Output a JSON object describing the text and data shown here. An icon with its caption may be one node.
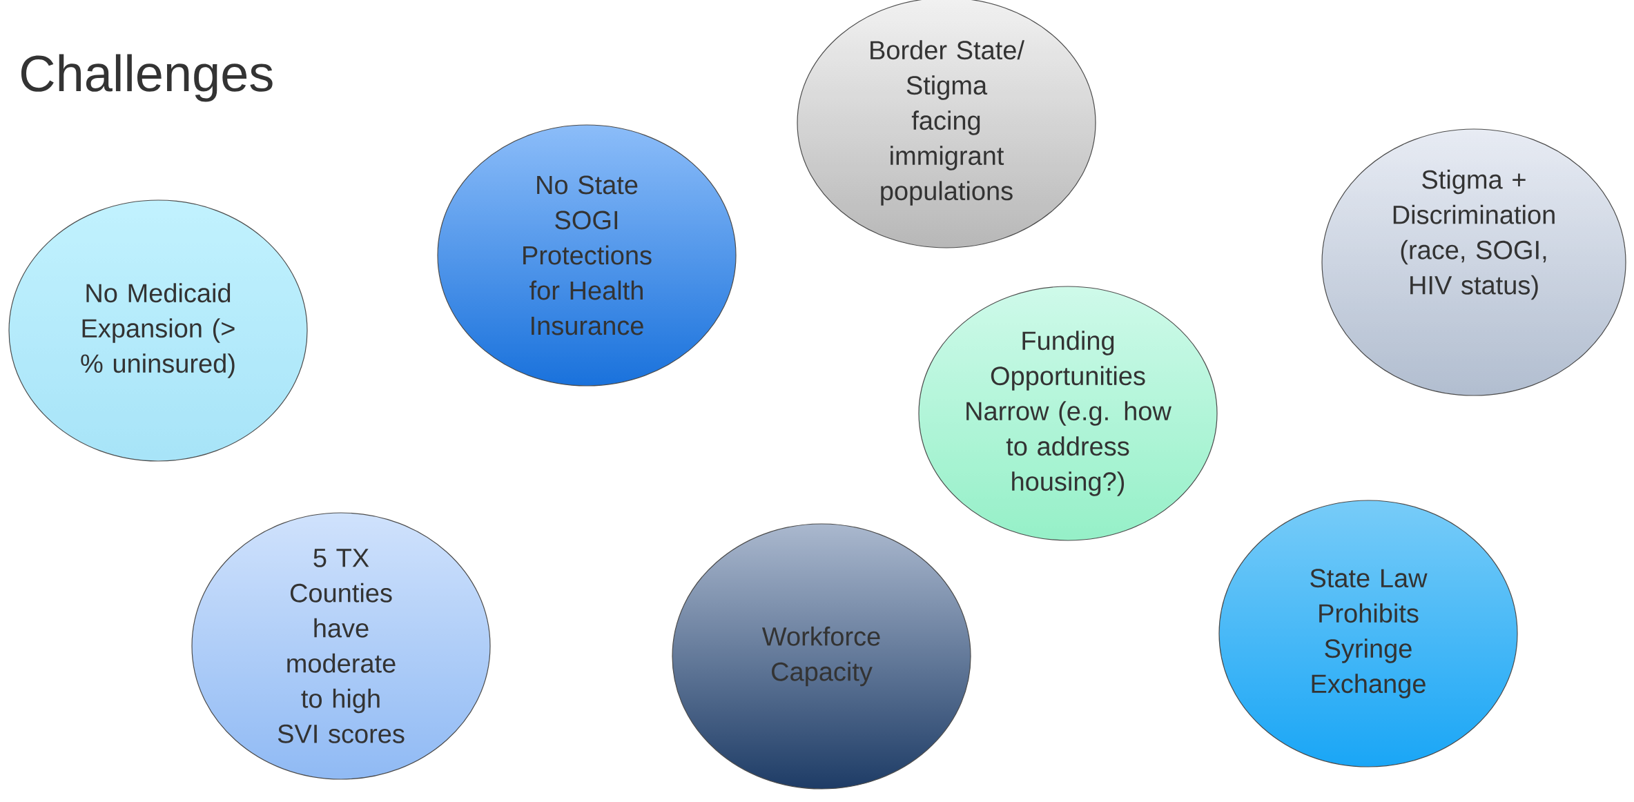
{
  "diagram": {
    "title": "Challenges",
    "nodes": [
      {
        "text": [
          "No Medicaid Expansion (> % uninsured)"
        ]
      },
      {
        "text": [
          "No State SOGI Protections for Health Insurance"
        ]
      },
      {
        "text": [
          "Border State/ Stigma facing immigrant populations"
        ]
      },
      {
        "text": [
          "Stigma + Discrimination (race, SOGI, HIV status)"
        ]
      },
      {
        "text": [
          "Funding Opportunities Narrow (e.g. how to address housing?)"
        ]
      },
      {
        "text": [
          "5 TX Counties have moderate to high SVI scores"
        ]
      },
      {
        "text": [
          "Workforce Capacity"
        ]
      },
      {
        "text": [
          "State Law Prohibits Syringe Exchange"
        ]
      }
    ]
  }
}
